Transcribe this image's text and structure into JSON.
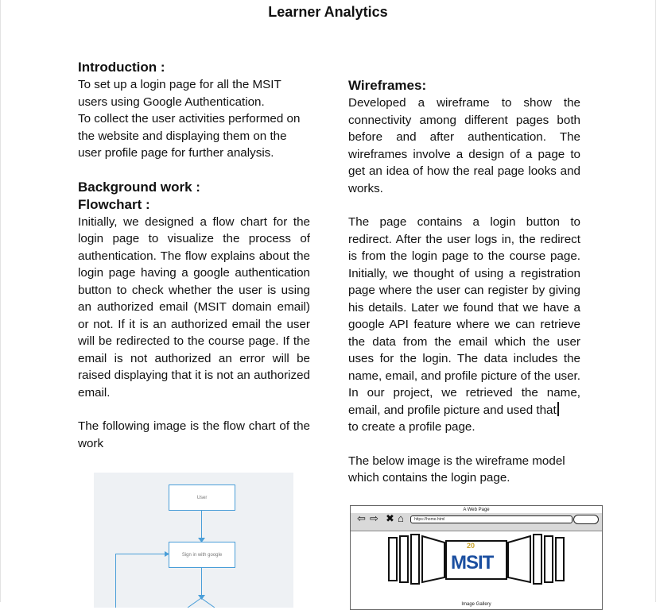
{
  "document": {
    "title": "Learner Analytics"
  },
  "left_column": {
    "introduction_heading": "Introduction :",
    "introduction_p1": "To set up a login page for all the MSIT users using Google Authentication.",
    "introduction_p2": "To collect the user activities performed on the website and displaying them on the user profile page for further analysis.",
    "background_heading": "Background work :",
    "flowchart_heading": "Flowchart :",
    "flowchart_p1": "Initially, we designed a flow chart for the login page to visualize the process of authentication. The flow explains about the login page having a google authentication button to check whether the user is using an authorized email (MSIT domain email) or not. If it is an authorized email the user will be redirected to the course page. If the email is not authorized an error will be raised displaying that it is not an authorized email.",
    "flowchart_p2": "The following image is the flow chart of the work"
  },
  "right_column": {
    "wireframes_heading": "Wireframes:",
    "wireframes_p1": "Developed a wireframe to show the connectivity among different pages both before and after authentication. The wireframes involve a design of a page to get an idea of how the real page looks and works.",
    "wireframes_p2": "The page contains a login button to redirect. After the user logs in, the redirect is from the login page to the course page. Initially, we thought of using a registration page where the user can register by giving his details. Later we found that we have a google API feature where we can retrieve the data from the email which the user uses for the login. The data includes the name, email, and profile picture of the user. In our project, we retrieved the name, email, and profile picture and used that",
    "wireframes_p2_end": "to create a profile page.",
    "wireframes_p3": "The below image is the wireframe model which contains the login page."
  },
  "flowchart_figure": {
    "box_user": "User",
    "box_signin": "Sign in with google",
    "line_color": "#4a9ed8",
    "background_color": "#eef1f4"
  },
  "wireframe_figure": {
    "page_title": "A Web Page",
    "url": "https://home.html",
    "logo_text": "MSIT",
    "logo_badge": "20",
    "gallery_label": "Image Gallery",
    "nav_icons": [
      "back-arrow-icon",
      "forward-arrow-icon",
      "close-icon",
      "home-icon"
    ]
  }
}
